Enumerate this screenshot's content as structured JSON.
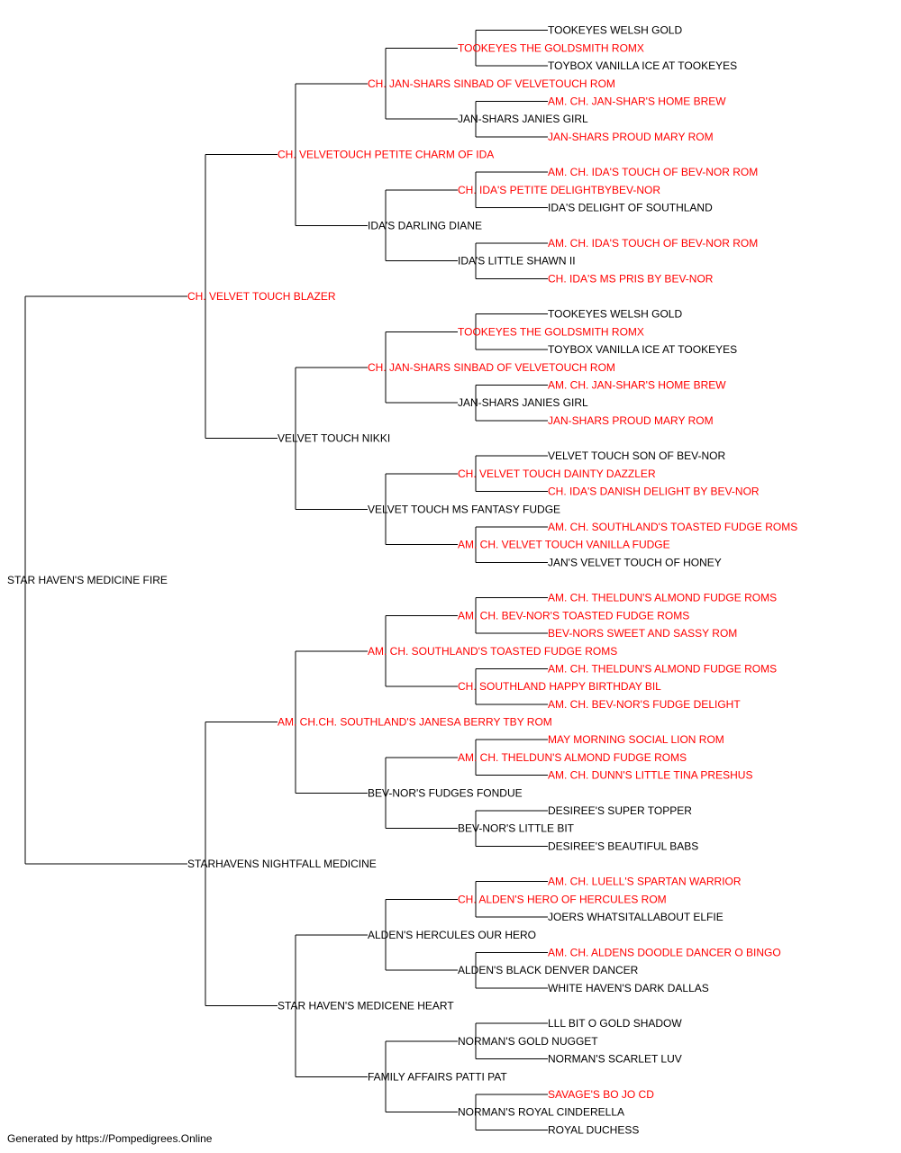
{
  "colors": {
    "titled": "#ff0000",
    "plain": "#000000",
    "line": "#000000"
  },
  "footer": "Generated by https://Pompedigrees.Online",
  "pedigree": {
    "name": "STAR HAVEN'S MEDICINE FIRE",
    "titled": false,
    "sire": {
      "name": "CH. VELVET TOUCH BLAZER",
      "titled": true,
      "sire": {
        "name": "CH. VELVETOUCH PETITE CHARM OF IDA",
        "titled": true,
        "sire": {
          "name": "CH. JAN-SHARS SINBAD OF VELVETOUCH ROM",
          "titled": true,
          "sire": {
            "name": "TOOKEYES THE GOLDSMITH ROMX",
            "titled": true,
            "sire": {
              "name": "TOOKEYES WELSH GOLD",
              "titled": false
            },
            "dam": {
              "name": "TOYBOX VANILLA ICE AT TOOKEYES",
              "titled": false
            }
          },
          "dam": {
            "name": "JAN-SHARS JANIES GIRL",
            "titled": false,
            "sire": {
              "name": "AM. CH. JAN-SHAR'S HOME BREW",
              "titled": true
            },
            "dam": {
              "name": "JAN-SHARS PROUD MARY ROM",
              "titled": true
            }
          }
        },
        "dam": {
          "name": "IDA'S DARLING DIANE",
          "titled": false,
          "sire": {
            "name": "CH. IDA'S PETITE DELIGHTBYBEV-NOR",
            "titled": true,
            "sire": {
              "name": "AM. CH. IDA'S TOUCH OF BEV-NOR ROM",
              "titled": true
            },
            "dam": {
              "name": "IDA'S DELIGHT OF SOUTHLAND",
              "titled": false
            }
          },
          "dam": {
            "name": "IDA'S LITTLE SHAWN II",
            "titled": false,
            "sire": {
              "name": "AM. CH. IDA'S TOUCH OF BEV-NOR ROM",
              "titled": true
            },
            "dam": {
              "name": "CH. IDA'S MS PRIS BY BEV-NOR",
              "titled": true
            }
          }
        }
      },
      "dam": {
        "name": "VELVET TOUCH NIKKI",
        "titled": false,
        "sire": {
          "name": "CH. JAN-SHARS SINBAD OF VELVETOUCH ROM",
          "titled": true,
          "sire": {
            "name": "TOOKEYES THE GOLDSMITH ROMX",
            "titled": true,
            "sire": {
              "name": "TOOKEYES WELSH GOLD",
              "titled": false
            },
            "dam": {
              "name": "TOYBOX VANILLA ICE AT TOOKEYES",
              "titled": false
            }
          },
          "dam": {
            "name": "JAN-SHARS JANIES GIRL",
            "titled": false,
            "sire": {
              "name": "AM. CH. JAN-SHAR'S HOME BREW",
              "titled": true
            },
            "dam": {
              "name": "JAN-SHARS PROUD MARY ROM",
              "titled": true
            }
          }
        },
        "dam": {
          "name": "VELVET TOUCH MS FANTASY FUDGE",
          "titled": false,
          "sire": {
            "name": "CH. VELVET TOUCH DAINTY DAZZLER",
            "titled": true,
            "sire": {
              "name": "VELVET TOUCH SON OF BEV-NOR",
              "titled": false
            },
            "dam": {
              "name": "CH. IDA'S DANISH DELIGHT BY BEV-NOR",
              "titled": true
            }
          },
          "dam": {
            "name": "AM. CH. VELVET TOUCH VANILLA FUDGE",
            "titled": true,
            "sire": {
              "name": "AM. CH. SOUTHLAND'S TOASTED FUDGE ROMS",
              "titled": true
            },
            "dam": {
              "name": "JAN'S VELVET TOUCH OF HONEY",
              "titled": false
            }
          }
        }
      }
    },
    "dam": {
      "name": "STARHAVENS NIGHTFALL MEDICINE",
      "titled": false,
      "sire": {
        "name": "AM. CH.CH. SOUTHLAND'S JANESA BERRY TBY ROM",
        "titled": true,
        "sire": {
          "name": "AM. CH. SOUTHLAND'S TOASTED FUDGE ROMS",
          "titled": true,
          "sire": {
            "name": "AM. CH. BEV-NOR'S TOASTED FUDGE ROMS",
            "titled": true,
            "sire": {
              "name": "AM. CH. THELDUN'S ALMOND FUDGE ROMS",
              "titled": true
            },
            "dam": {
              "name": "BEV-NORS SWEET AND SASSY ROM",
              "titled": true
            }
          },
          "dam": {
            "name": "CH. SOUTHLAND HAPPY BIRTHDAY BIL",
            "titled": true,
            "sire": {
              "name": "AM. CH. THELDUN'S ALMOND FUDGE ROMS",
              "titled": true
            },
            "dam": {
              "name": "AM. CH. BEV-NOR'S FUDGE DELIGHT",
              "titled": true
            }
          }
        },
        "dam": {
          "name": "BEV-NOR'S FUDGES FONDUE",
          "titled": false,
          "sire": {
            "name": "AM. CH. THELDUN'S ALMOND FUDGE ROMS",
            "titled": true,
            "sire": {
              "name": "MAY MORNING SOCIAL LION ROM",
              "titled": true
            },
            "dam": {
              "name": "AM. CH. DUNN'S LITTLE TINA PRESHUS",
              "titled": true
            }
          },
          "dam": {
            "name": "BEV-NOR'S LITTLE BIT",
            "titled": false,
            "sire": {
              "name": "DESIREE'S SUPER TOPPER",
              "titled": false
            },
            "dam": {
              "name": "DESIREE'S BEAUTIFUL BABS",
              "titled": false
            }
          }
        }
      },
      "dam": {
        "name": "STAR HAVEN'S MEDICENE HEART",
        "titled": false,
        "sire": {
          "name": "ALDEN'S HERCULES OUR HERO",
          "titled": false,
          "sire": {
            "name": "CH. ALDEN'S HERO OF HERCULES ROM",
            "titled": true,
            "sire": {
              "name": "AM. CH. LUELL'S SPARTAN WARRIOR",
              "titled": true
            },
            "dam": {
              "name": "JOERS WHATSITALLABOUT ELFIE",
              "titled": false
            }
          },
          "dam": {
            "name": "ALDEN'S BLACK DENVER DANCER",
            "titled": false,
            "sire": {
              "name": "AM. CH. ALDENS DOODLE DANCER O BINGO",
              "titled": true
            },
            "dam": {
              "name": "WHITE HAVEN'S DARK DALLAS",
              "titled": false
            }
          }
        },
        "dam": {
          "name": "FAMILY AFFAIRS PATTI PAT",
          "titled": false,
          "sire": {
            "name": "NORMAN'S GOLD NUGGET",
            "titled": false,
            "sire": {
              "name": "LLL BIT O GOLD SHADOW",
              "titled": false
            },
            "dam": {
              "name": "NORMAN'S SCARLET LUV",
              "titled": false
            }
          },
          "dam": {
            "name": "NORMAN'S ROYAL CINDERELLA",
            "titled": false,
            "sire": {
              "name": "SAVAGE'S BO JO CD",
              "titled": true
            },
            "dam": {
              "name": "ROYAL DUCHESS",
              "titled": false
            }
          }
        }
      }
    }
  }
}
